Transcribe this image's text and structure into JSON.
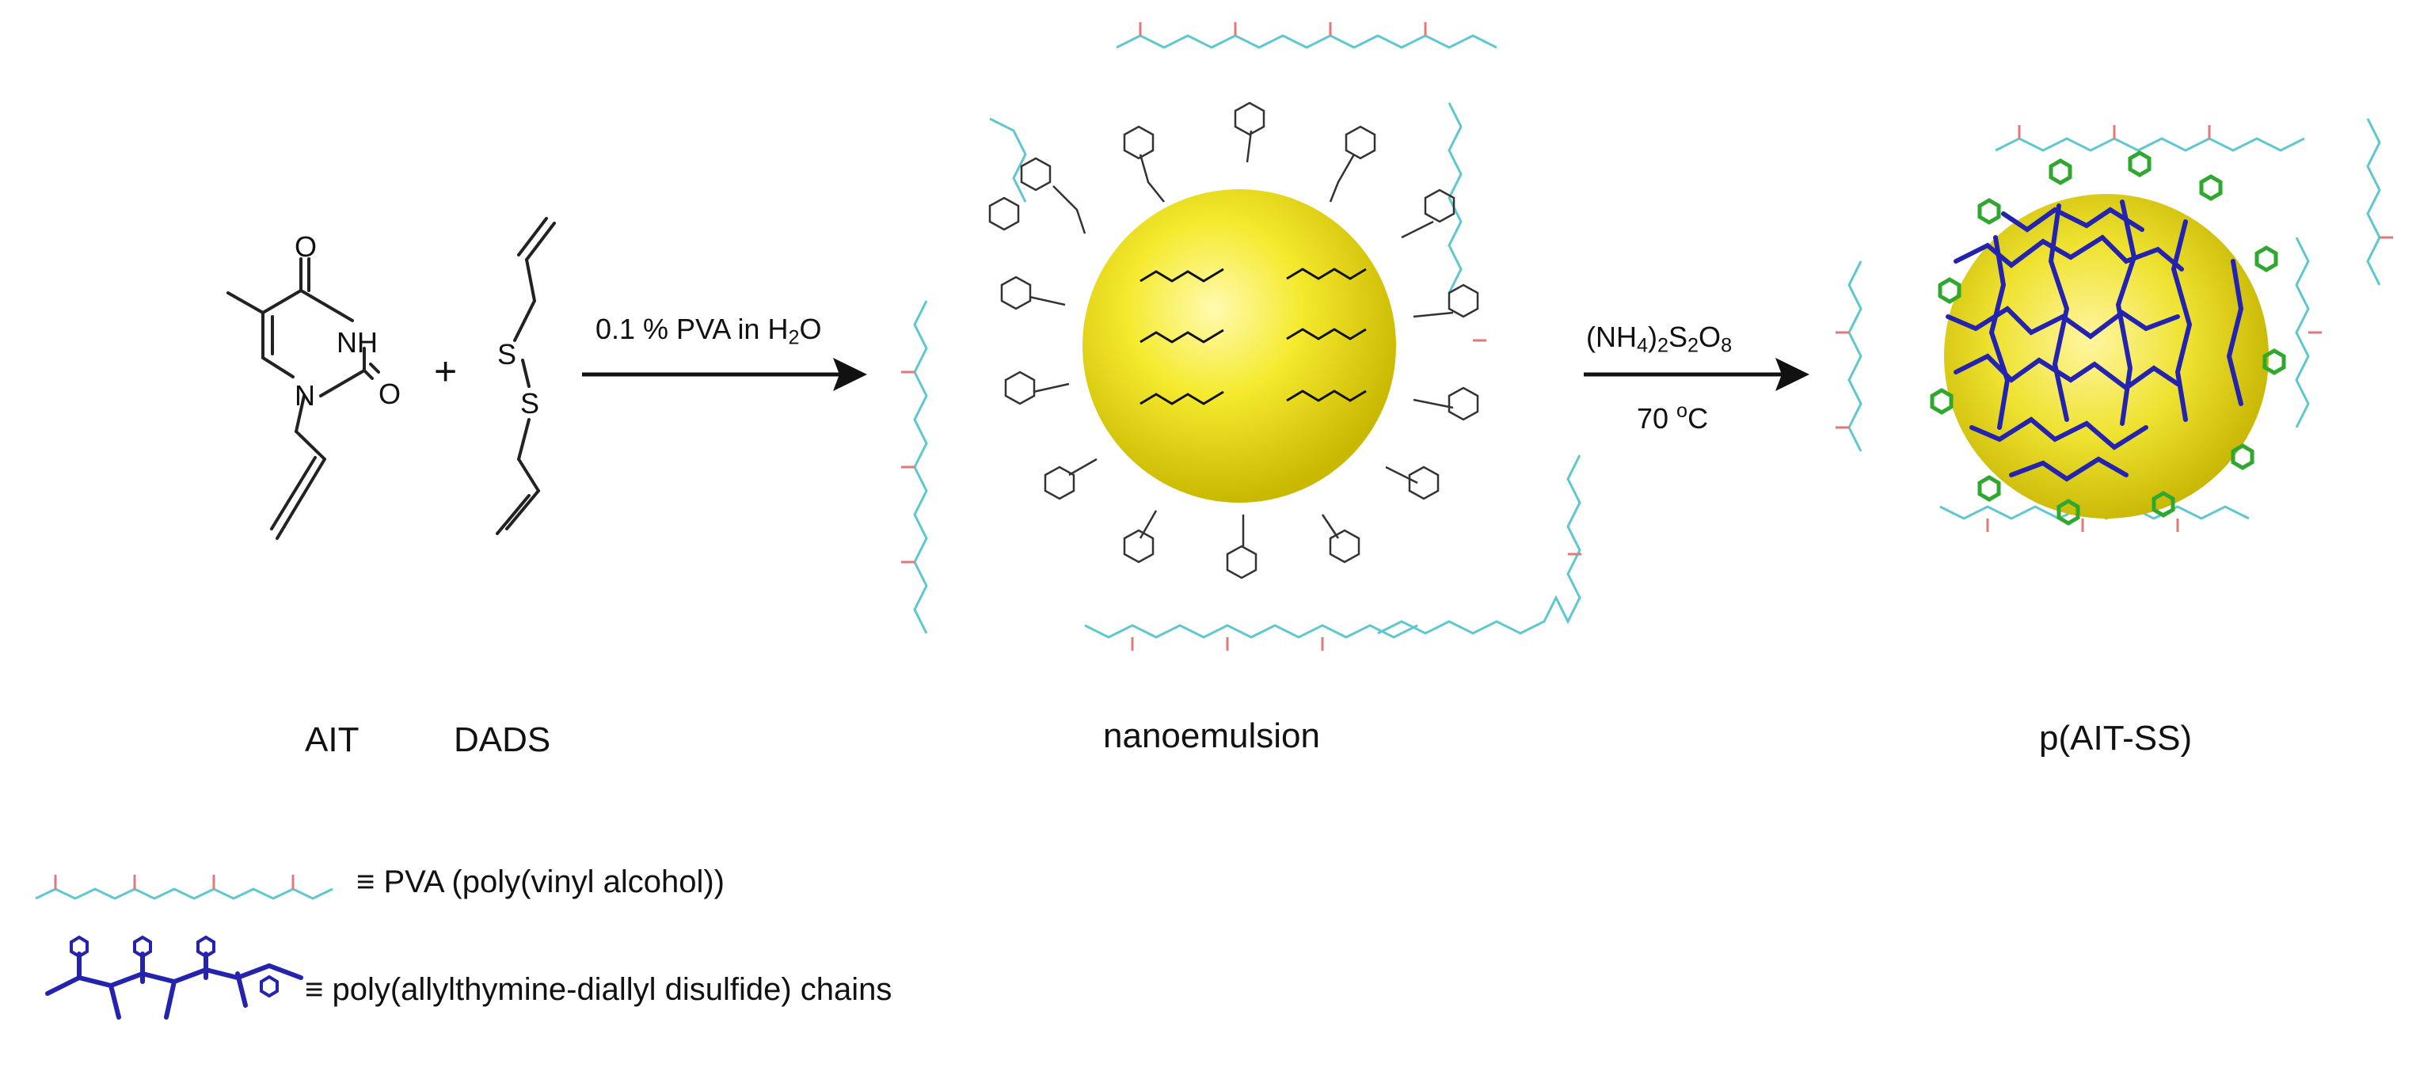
{
  "reaction": {
    "plus": "+",
    "step1": {
      "text_prefix": "0.1 % PVA in H",
      "text_sub": "2",
      "text_suffix": "O"
    },
    "step2": {
      "line1_a": "(NH",
      "line1_sub1": "4",
      "line1_b": ")",
      "line1_sub2": "2",
      "line1_c": "S",
      "line1_sub3": "2",
      "line1_d": "O",
      "line1_sub4": "8",
      "line2_num": "70 ",
      "line2_sup": "o",
      "line2_unit": "C"
    }
  },
  "labels": {
    "ait": "AIT",
    "dads": "DADS",
    "nanoemulsion": "nanoemulsion",
    "product": "p(AIT-SS)"
  },
  "atoms": {
    "O": "O",
    "NH": "NH",
    "N": "N",
    "S": "S"
  },
  "legend": {
    "pva": "≡ PVA (poly(vinyl alcohol))",
    "polymer": "≡ poly(allylthymine-diallyl disulfide) chains"
  },
  "colors": {
    "pva": "#5ec8d0",
    "pva_oh": "#e07a7a",
    "polymer_blue": "#2323b0",
    "polymer_green": "#2ea82e",
    "droplet": "#f2e51a",
    "bond": "#222222"
  }
}
